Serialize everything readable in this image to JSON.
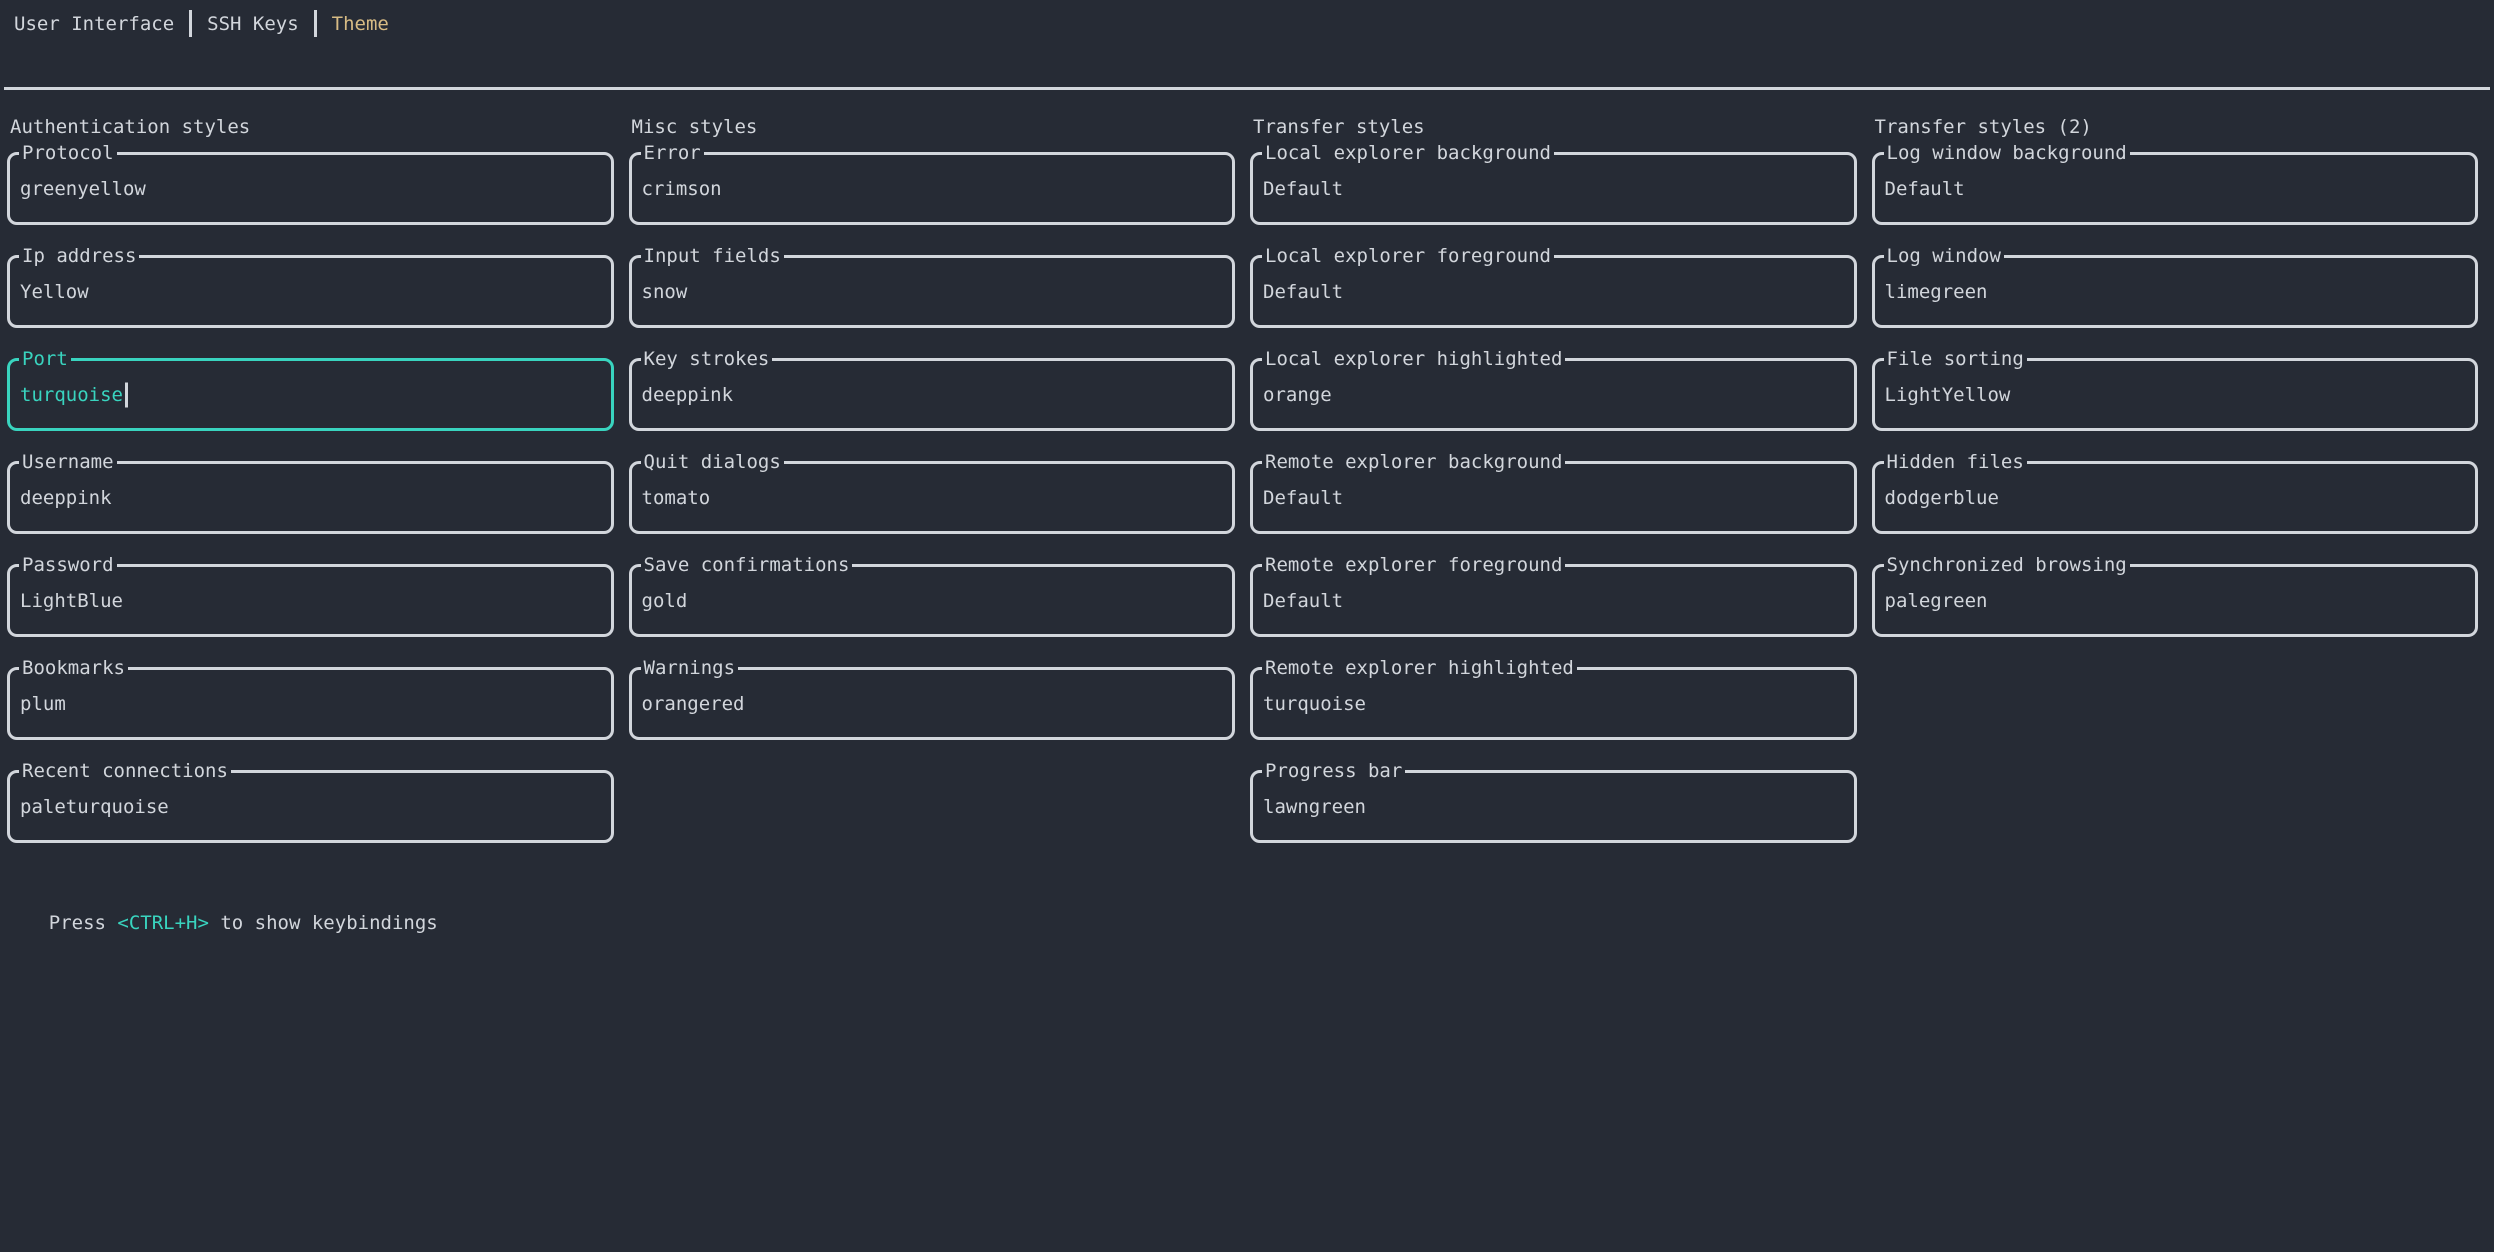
{
  "colors": {
    "background": "#262b35",
    "foreground": "#d2d6dc",
    "focus": "#39d4bf",
    "active_tab": "#d7bb84"
  },
  "tabs": {
    "items": [
      {
        "label": "User Interface",
        "active": false
      },
      {
        "label": "SSH Keys",
        "active": false
      },
      {
        "label": "Theme",
        "active": true
      }
    ]
  },
  "columns": [
    {
      "title": "Authentication styles",
      "fields": [
        {
          "label": "Protocol",
          "value": "greenyellow",
          "focused": false
        },
        {
          "label": "Ip address",
          "value": "Yellow",
          "focused": false
        },
        {
          "label": "Port",
          "value": "turquoise",
          "focused": true
        },
        {
          "label": "Username",
          "value": "deeppink",
          "focused": false
        },
        {
          "label": "Password",
          "value": "LightBlue",
          "focused": false
        },
        {
          "label": "Bookmarks",
          "value": "plum",
          "focused": false
        },
        {
          "label": "Recent connections",
          "value": "paleturquoise",
          "focused": false
        }
      ]
    },
    {
      "title": "Misc styles",
      "fields": [
        {
          "label": "Error",
          "value": "crimson",
          "focused": false
        },
        {
          "label": "Input fields",
          "value": "snow",
          "focused": false
        },
        {
          "label": "Key strokes",
          "value": "deeppink",
          "focused": false
        },
        {
          "label": "Quit dialogs",
          "value": "tomato",
          "focused": false
        },
        {
          "label": "Save confirmations",
          "value": "gold",
          "focused": false
        },
        {
          "label": "Warnings",
          "value": "orangered",
          "focused": false
        }
      ]
    },
    {
      "title": "Transfer styles",
      "fields": [
        {
          "label": "Local explorer background",
          "value": "Default",
          "focused": false
        },
        {
          "label": "Local explorer foreground",
          "value": "Default",
          "focused": false
        },
        {
          "label": "Local explorer highlighted",
          "value": "orange",
          "focused": false
        },
        {
          "label": "Remote explorer background",
          "value": "Default",
          "focused": false
        },
        {
          "label": "Remote explorer foreground",
          "value": "Default",
          "focused": false
        },
        {
          "label": "Remote explorer highlighted",
          "value": "turquoise",
          "focused": false
        },
        {
          "label": "Progress bar",
          "value": "lawngreen",
          "focused": false
        }
      ]
    },
    {
      "title": "Transfer styles (2)",
      "fields": [
        {
          "label": "Log window background",
          "value": "Default",
          "focused": false
        },
        {
          "label": "Log window",
          "value": "limegreen",
          "focused": false
        },
        {
          "label": "File sorting",
          "value": "LightYellow",
          "focused": false
        },
        {
          "label": "Hidden files",
          "value": "dodgerblue",
          "focused": false
        },
        {
          "label": "Synchronized browsing",
          "value": "palegreen",
          "focused": false
        }
      ]
    }
  ],
  "footer": {
    "prefix": "Press ",
    "key": "<CTRL+H>",
    "suffix": " to show keybindings"
  }
}
